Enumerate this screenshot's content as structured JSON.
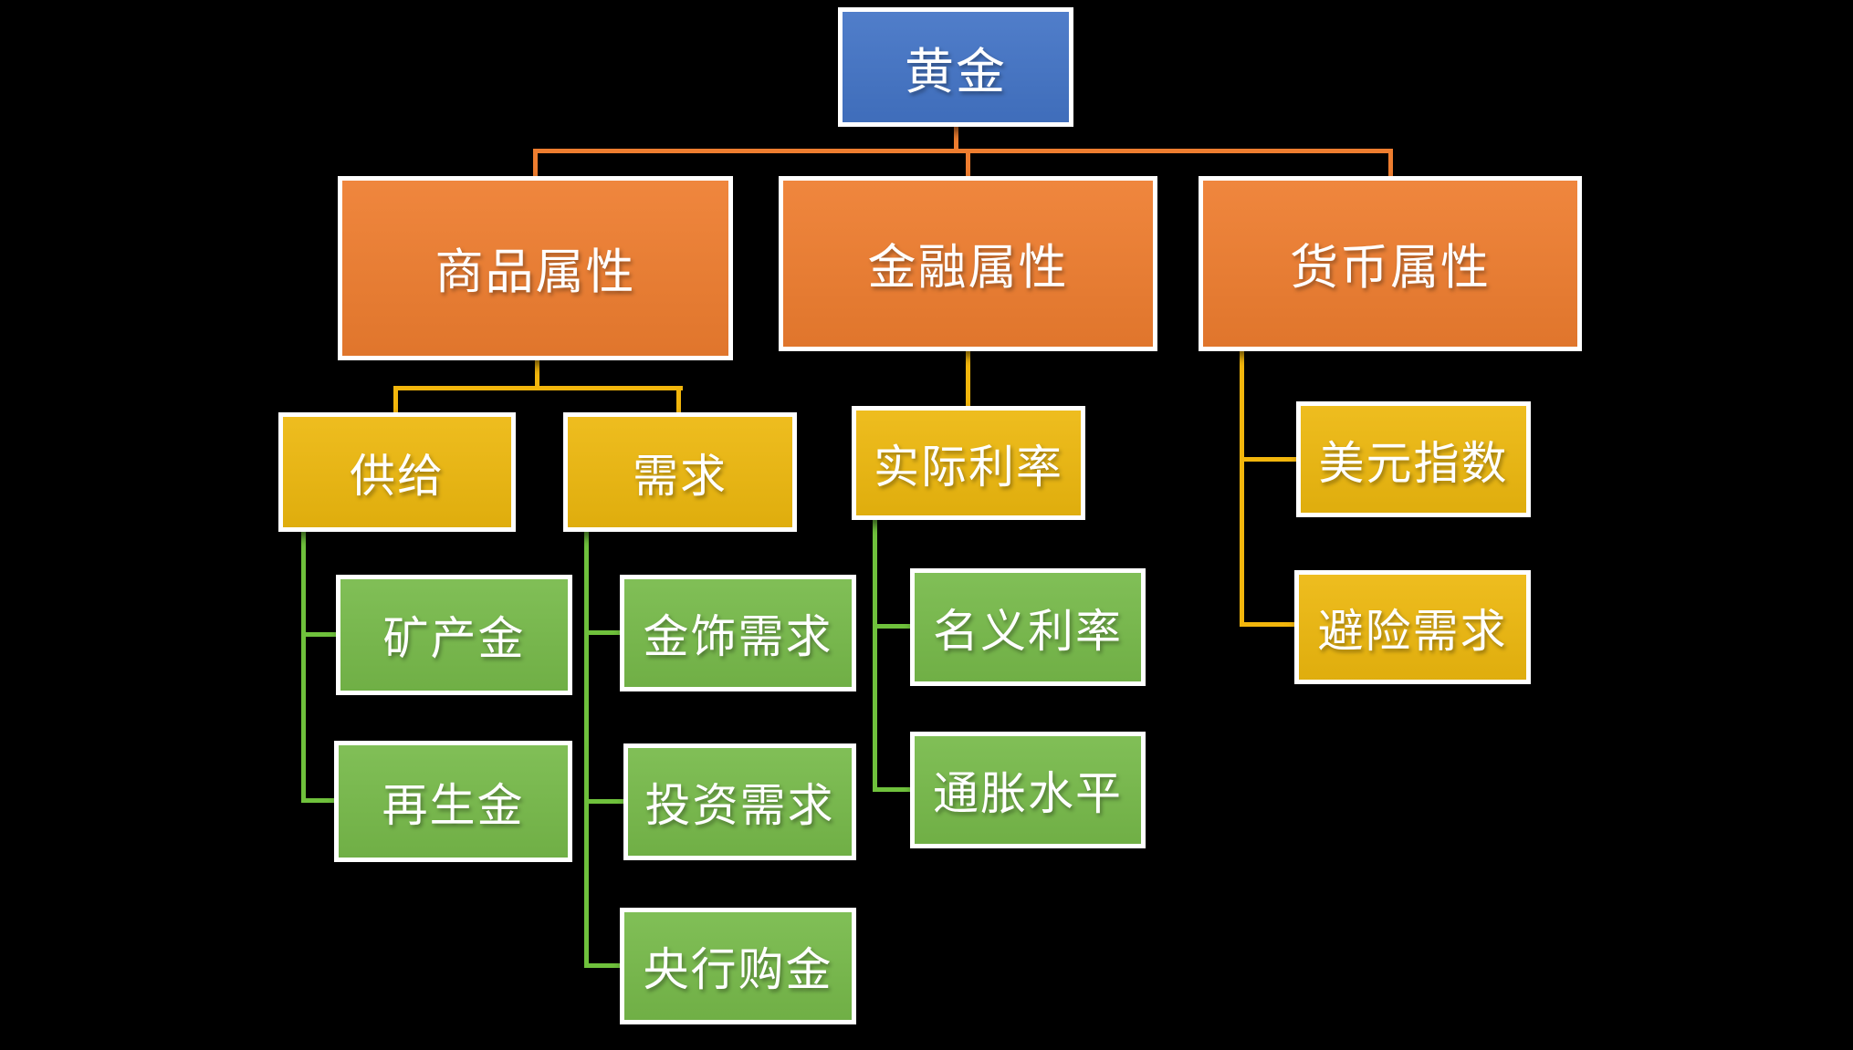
{
  "tree": {
    "root": {
      "label": "黄金"
    },
    "branches": [
      {
        "label": "商品属性",
        "children": [
          {
            "label": "供给",
            "children": [
              {
                "label": "矿产金"
              },
              {
                "label": "再生金"
              }
            ]
          },
          {
            "label": "需求",
            "children": [
              {
                "label": "金饰需求"
              },
              {
                "label": "投资需求"
              },
              {
                "label": "央行购金"
              }
            ]
          }
        ]
      },
      {
        "label": "金融属性",
        "children": [
          {
            "label": "实际利率",
            "children": [
              {
                "label": "名义利率"
              },
              {
                "label": "通胀水平"
              }
            ]
          }
        ]
      },
      {
        "label": "货币属性",
        "children": [
          {
            "label": "美元指数"
          },
          {
            "label": "避险需求"
          }
        ]
      }
    ]
  },
  "colors": {
    "background": "#000000",
    "root_fill": "#4374C6",
    "level1_fill": "#EE7D2F",
    "level2_fill": "#EDB80E",
    "level3_fill": "#77BA4A",
    "connector_orange": "#EE7D2F",
    "connector_gold": "#F2B60C",
    "connector_green": "#6FC13C",
    "box_border": "#FFFFFF",
    "text": "#FFFFFF"
  }
}
